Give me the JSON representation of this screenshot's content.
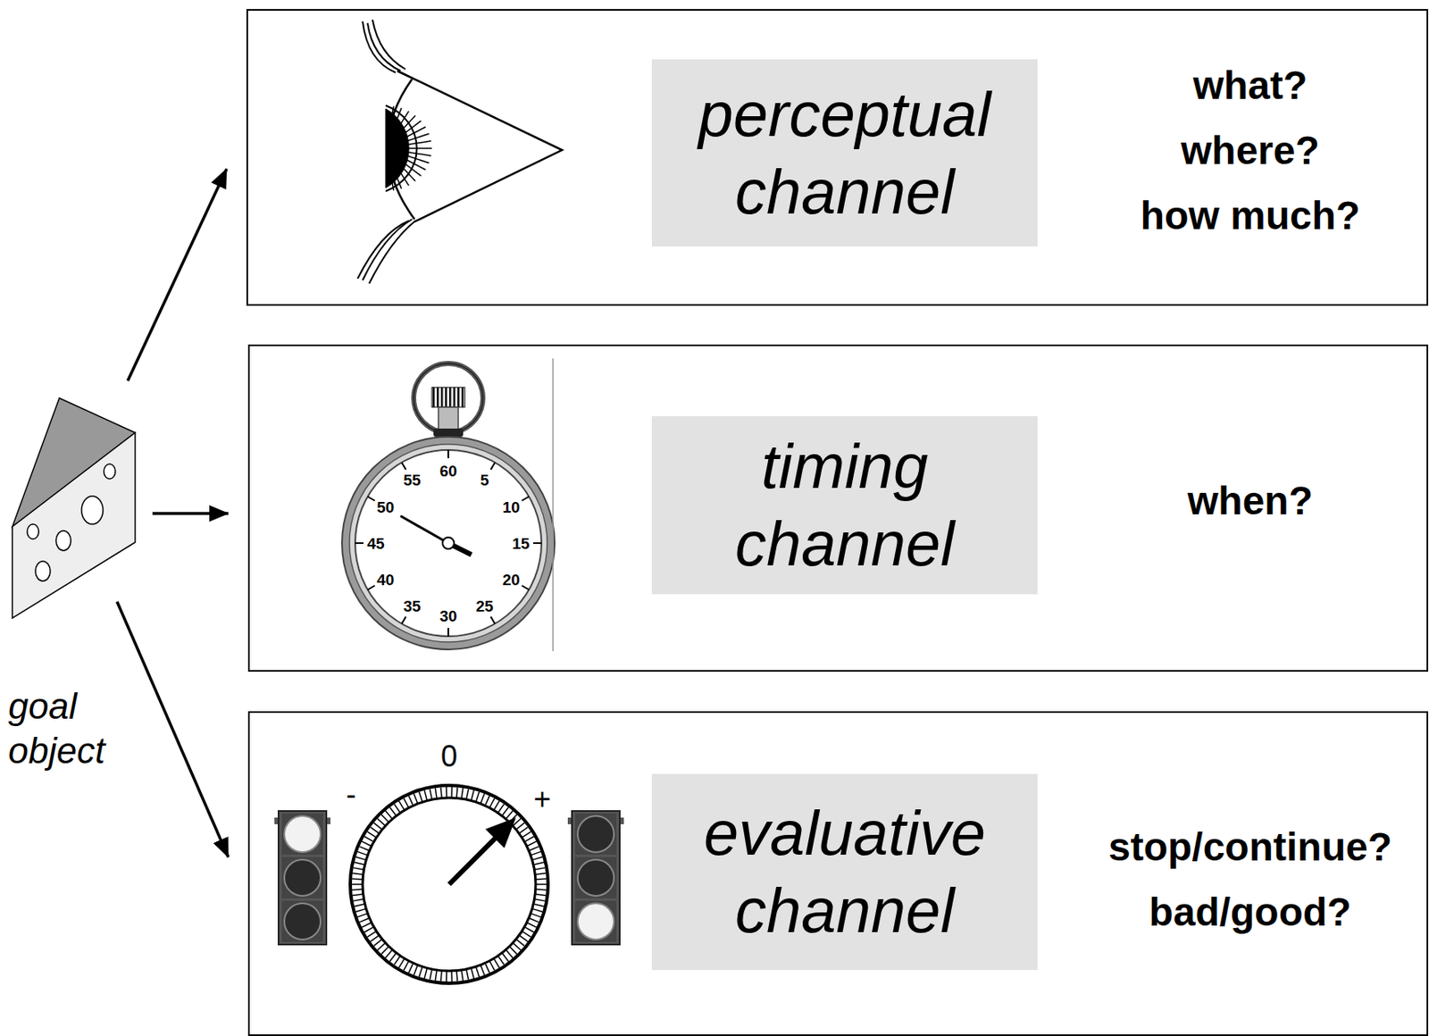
{
  "diagram": {
    "nodes": [
      {
        "text": [
          "goal object"
        ]
      },
      {
        "text": [
          "what?",
          "where?",
          "how much?"
        ]
      },
      {
        "text": [
          "perceptual channel"
        ],
        "in": 1
      },
      {
        "text": [
          "when?"
        ]
      },
      {
        "text": [
          "timing channel"
        ],
        "in": 3
      },
      {
        "text": [
          "stop/continue?",
          "bad/good?"
        ]
      },
      {
        "text": [
          "evaluative channel"
        ],
        "in": 5
      }
    ],
    "edges": [
      {
        "from": 0,
        "to": 1,
        "arrow": "to"
      },
      {
        "from": 0,
        "to": 3,
        "arrow": "to"
      },
      {
        "from": 0,
        "to": 5,
        "arrow": "to"
      }
    ],
    "labels": [
      "60",
      "5",
      "10",
      "15",
      "20",
      "25",
      "30",
      "35",
      "40",
      "45",
      "50",
      "55",
      "0",
      "-",
      "+"
    ]
  }
}
